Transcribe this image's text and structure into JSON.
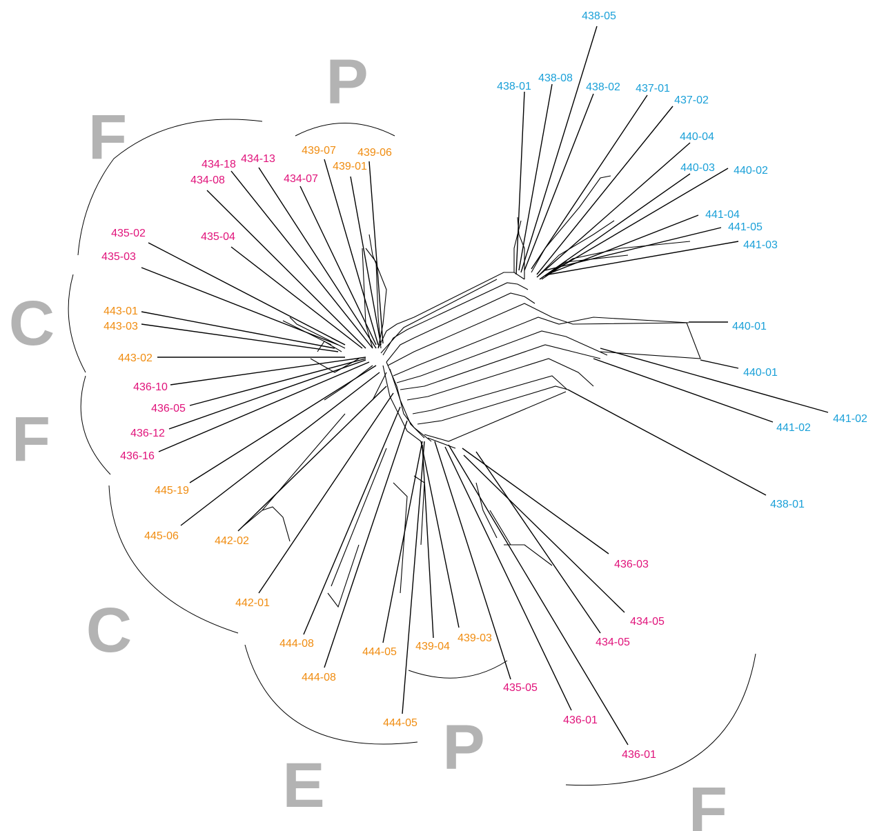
{
  "colors": {
    "blue": "#1aa0d8",
    "magenta": "#e0127a",
    "orange": "#f08c10",
    "group_letter": "#b3b3b3"
  },
  "group_letters": [
    "P",
    "F",
    "C",
    "F",
    "C",
    "E",
    "P",
    "F"
  ],
  "leaves": [
    {
      "label": "438-05",
      "color": "blue"
    },
    {
      "label": "438-01",
      "color": "blue"
    },
    {
      "label": "438-08",
      "color": "blue"
    },
    {
      "label": "438-02",
      "color": "blue"
    },
    {
      "label": "437-01",
      "color": "blue"
    },
    {
      "label": "437-02",
      "color": "blue"
    },
    {
      "label": "440-04",
      "color": "blue"
    },
    {
      "label": "440-03",
      "color": "blue"
    },
    {
      "label": "440-02",
      "color": "blue"
    },
    {
      "label": "441-04",
      "color": "blue"
    },
    {
      "label": "441-05",
      "color": "blue"
    },
    {
      "label": "441-03",
      "color": "blue"
    },
    {
      "label": "440-01",
      "color": "blue"
    },
    {
      "label": "440-01",
      "color": "blue"
    },
    {
      "label": "441-02",
      "color": "blue"
    },
    {
      "label": "441-02",
      "color": "blue"
    },
    {
      "label": "438-01",
      "color": "blue"
    },
    {
      "label": "436-03",
      "color": "magenta"
    },
    {
      "label": "434-05",
      "color": "magenta"
    },
    {
      "label": "434-05",
      "color": "magenta"
    },
    {
      "label": "435-05",
      "color": "magenta"
    },
    {
      "label": "436-01",
      "color": "magenta"
    },
    {
      "label": "436-01",
      "color": "magenta"
    },
    {
      "label": "439-03",
      "color": "orange"
    },
    {
      "label": "439-04",
      "color": "orange"
    },
    {
      "label": "444-05",
      "color": "orange"
    },
    {
      "label": "444-05",
      "color": "orange"
    },
    {
      "label": "444-08",
      "color": "orange"
    },
    {
      "label": "444-08",
      "color": "orange"
    },
    {
      "label": "442-01",
      "color": "orange"
    },
    {
      "label": "442-02",
      "color": "orange"
    },
    {
      "label": "445-06",
      "color": "orange"
    },
    {
      "label": "445-19",
      "color": "orange"
    },
    {
      "label": "436-16",
      "color": "magenta"
    },
    {
      "label": "436-12",
      "color": "magenta"
    },
    {
      "label": "436-05",
      "color": "magenta"
    },
    {
      "label": "436-10",
      "color": "magenta"
    },
    {
      "label": "443-02",
      "color": "orange"
    },
    {
      "label": "443-03",
      "color": "orange"
    },
    {
      "label": "443-01",
      "color": "orange"
    },
    {
      "label": "435-03",
      "color": "magenta"
    },
    {
      "label": "435-02",
      "color": "magenta"
    },
    {
      "label": "435-04",
      "color": "magenta"
    },
    {
      "label": "434-08",
      "color": "magenta"
    },
    {
      "label": "434-18",
      "color": "magenta"
    },
    {
      "label": "434-13",
      "color": "magenta"
    },
    {
      "label": "434-07",
      "color": "magenta"
    },
    {
      "label": "439-07",
      "color": "orange"
    },
    {
      "label": "439-01",
      "color": "orange"
    },
    {
      "label": "439-06",
      "color": "orange"
    }
  ]
}
